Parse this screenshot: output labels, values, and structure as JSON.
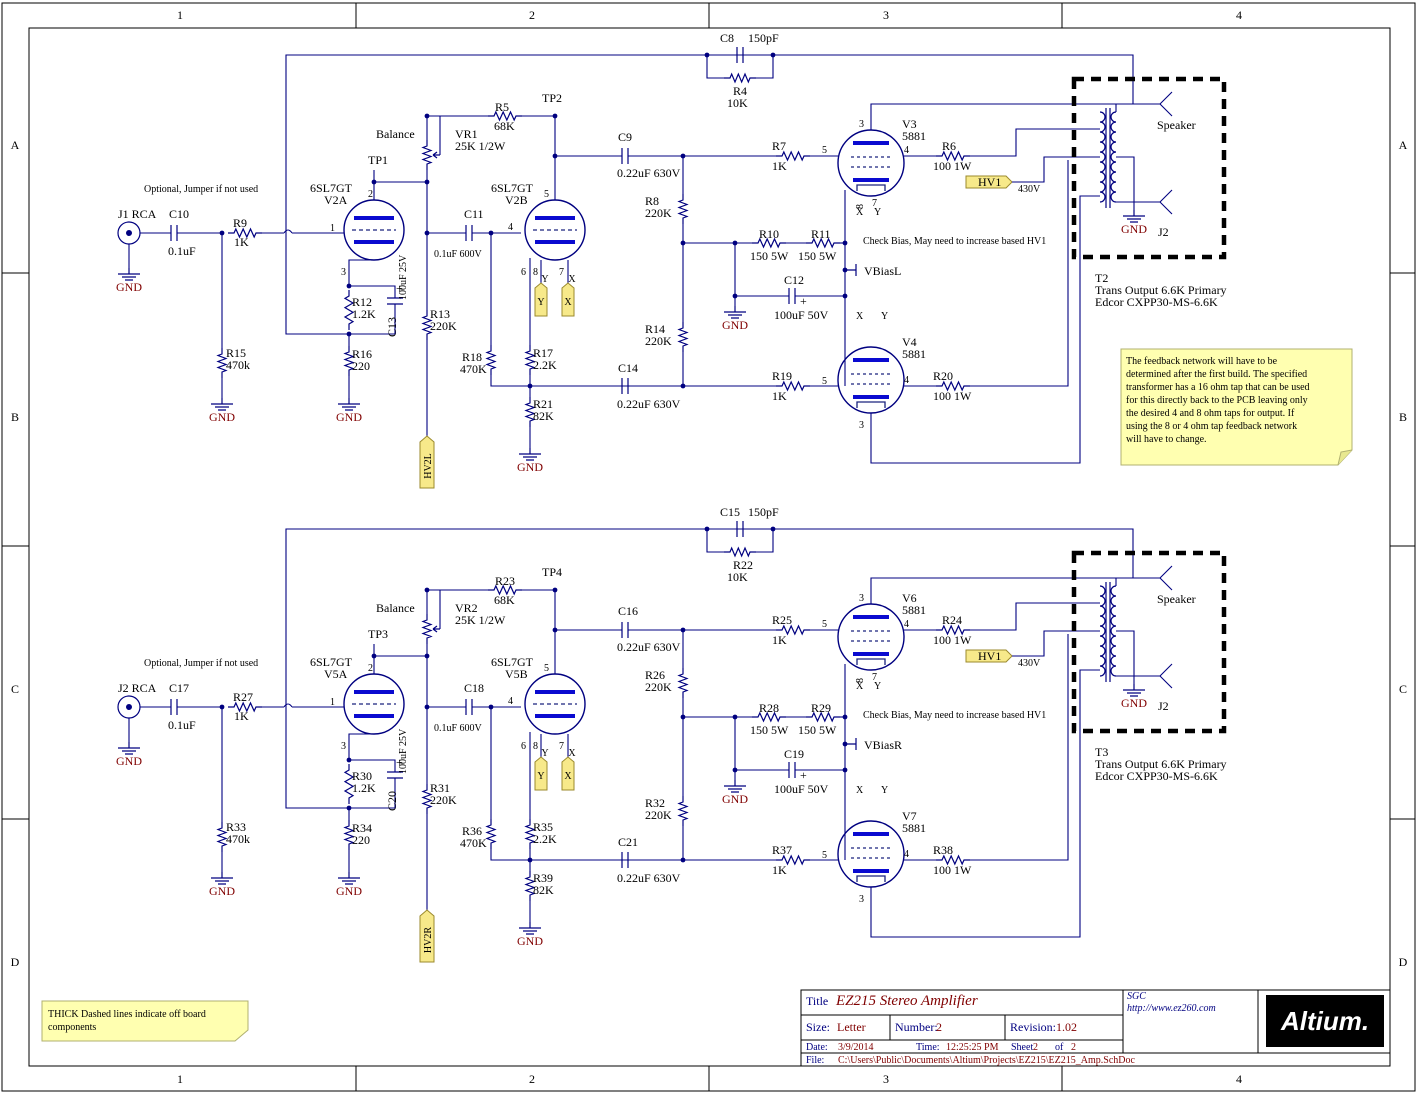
{
  "border": {
    "columns": [
      "1",
      "2",
      "3",
      "4"
    ],
    "rows": [
      "A",
      "B",
      "C",
      "D"
    ]
  },
  "notes": {
    "jumper": "Optional, Jumper if not used",
    "bias": "Check Bias, May need to increase based HV1",
    "feedback": [
      "The feedback network will have to be",
      "determined after the first build. The specified",
      "transformer has a 16 ohm tap that can be used",
      "for this directly back to the PCB leaving only",
      "the desired 4 and 8 ohm taps for output. If",
      "using the 8 or 4 ohm tap feedback network",
      "will have to change."
    ],
    "thick": [
      "THICK Dashed lines indicate off board",
      "components"
    ]
  },
  "channels": [
    {
      "id": "left",
      "jack": "J1 RCA",
      "c_in": "C10",
      "c_in_val": "0.1uF",
      "r_in": "R9",
      "r_in_val": "1K",
      "r_gl": "R15",
      "r_gl_val": "470k",
      "tube1": "6SL7GT",
      "tube1_unit": "V2A",
      "tp_a": "TP1",
      "r_k1": "R12",
      "r_k1_val": "1.2K",
      "c_k": "C13",
      "c_k_val": "100uF 25V",
      "r_k2": "R16",
      "r_k2_val": "220",
      "balance": "Balance",
      "vr": "VR1",
      "vr_val": "25K 1/2W",
      "r_pl": "R5",
      "r_pl_val": "68K",
      "tp_b": "TP2",
      "r_13": "R13",
      "r_13_val": "220K",
      "hv2": "HV2L",
      "c_mid": "C11",
      "c_mid_val": "0.1uF 600V",
      "tube2": "6SL7GT",
      "tube2_unit": "V2B",
      "r_18": "R18",
      "r_18_val": "470K",
      "r_17": "R17",
      "r_17_val": "2.2K",
      "r_21": "R21",
      "r_21_val": "82K",
      "c_top": "C9",
      "c_top_val": "0.22uF 630V",
      "c_bot": "C14",
      "c_bot_val": "0.22uF 630V",
      "r_8": "R8",
      "r_8_val": "220K",
      "r_14": "R14",
      "r_14_val": "220K",
      "r_10": "R10",
      "r_10_val": "150 5W",
      "r_11": "R11",
      "r_11_val": "150 5W",
      "c_bias": "C12",
      "c_bias_val": "100uF 50V",
      "vbias": "VBiasL",
      "r_g3": "R7",
      "r_g3_val": "1K",
      "r_g4": "R19",
      "r_g4_val": "1K",
      "out_top": "V3",
      "out_bot": "V4",
      "out_type": "5881",
      "r_s3": "R6",
      "r_s3_val": "100 1W",
      "r_s4": "R20",
      "r_s4_val": "100 1W",
      "hv1": "HV1",
      "hv1_volt": "430V",
      "c_fb": "C8",
      "c_fb_val": "150pF",
      "r_fb": "R4",
      "r_fb_val": "10K",
      "speaker": "Speaker",
      "jout": "J2",
      "trans": "T2",
      "trans_desc": "Trans Output 6.6K Primary",
      "trans_part": "Edcor CXPP30-MS-6.6K"
    },
    {
      "id": "right",
      "jack": "J2 RCA",
      "c_in": "C17",
      "c_in_val": "0.1uF",
      "r_in": "R27",
      "r_in_val": "1K",
      "r_gl": "R33",
      "r_gl_val": "470k",
      "tube1": "6SL7GT",
      "tube1_unit": "V5A",
      "tp_a": "TP3",
      "r_k1": "R30",
      "r_k1_val": "1.2K",
      "c_k": "C20",
      "c_k_val": "100uF 25V",
      "r_k2": "R34",
      "r_k2_val": "220",
      "balance": "Balance",
      "vr": "VR2",
      "vr_val": "25K 1/2W",
      "r_pl": "R23",
      "r_pl_val": "68K",
      "tp_b": "TP4",
      "r_13": "R31",
      "r_13_val": "220K",
      "hv2": "HV2R",
      "c_mid": "C18",
      "c_mid_val": "0.1uF 600V",
      "tube2": "6SL7GT",
      "tube2_unit": "V5B",
      "r_18": "R36",
      "r_18_val": "470K",
      "r_17": "R35",
      "r_17_val": "2.2K",
      "r_21": "R39",
      "r_21_val": "82K",
      "c_top": "C16",
      "c_top_val": "0.22uF 630V",
      "c_bot": "C21",
      "c_bot_val": "0.22uF 630V",
      "r_8": "R26",
      "r_8_val": "220K",
      "r_14": "R32",
      "r_14_val": "220K",
      "r_10": "R28",
      "r_10_val": "150 5W",
      "r_11": "R29",
      "r_11_val": "150 5W",
      "c_bias": "C19",
      "c_bias_val": "100uF 50V",
      "vbias": "VBiasR",
      "r_g3": "R25",
      "r_g3_val": "1K",
      "r_g4": "R37",
      "r_g4_val": "1K",
      "out_top": "V6",
      "out_bot": "V7",
      "out_type": "5881",
      "r_s3": "R24",
      "r_s3_val": "100 1W",
      "r_s4": "R38",
      "r_s4_val": "100 1W",
      "hv1": "HV1",
      "hv1_volt": "430V",
      "c_fb": "C15",
      "c_fb_val": "150pF",
      "r_fb": "R22",
      "r_fb_val": "10K",
      "speaker": "Speaker",
      "jout": "J2",
      "trans": "T3",
      "trans_desc": "Trans Output 6.6K Primary",
      "trans_part": "Edcor CXPP30-MS-6.6K"
    }
  ],
  "common": {
    "gnd": "GND",
    "pins": {
      "p1": "1",
      "p2": "2",
      "p3": "3",
      "p4": "4",
      "p5": "5",
      "p6": "6",
      "p7": "7",
      "p8": "8"
    },
    "X": "X",
    "Y": "Y",
    "plus": "+"
  },
  "title_block": {
    "title_label": "Title",
    "title": "EZ215 Stereo Amplifier",
    "size_label": "Size:",
    "size": "Letter",
    "number_label": "Number:",
    "number": "2",
    "revision_label": "Revision:",
    "revision": "1.02",
    "date_label": "Date:",
    "date": "3/9/2014",
    "time_label": "Time:",
    "time": "12:25:25 PM",
    "sheet_label": "Sheet",
    "sheet": "2",
    "of_label": "of",
    "of": "2",
    "file_label": "File:",
    "file": "C:\\Users\\Public\\Documents\\Altium\\Projects\\EZ215\\EZ215_Amp.SchDoc",
    "company": "SGC",
    "url": "http://www.ez260.com",
    "logo": "Altium."
  }
}
